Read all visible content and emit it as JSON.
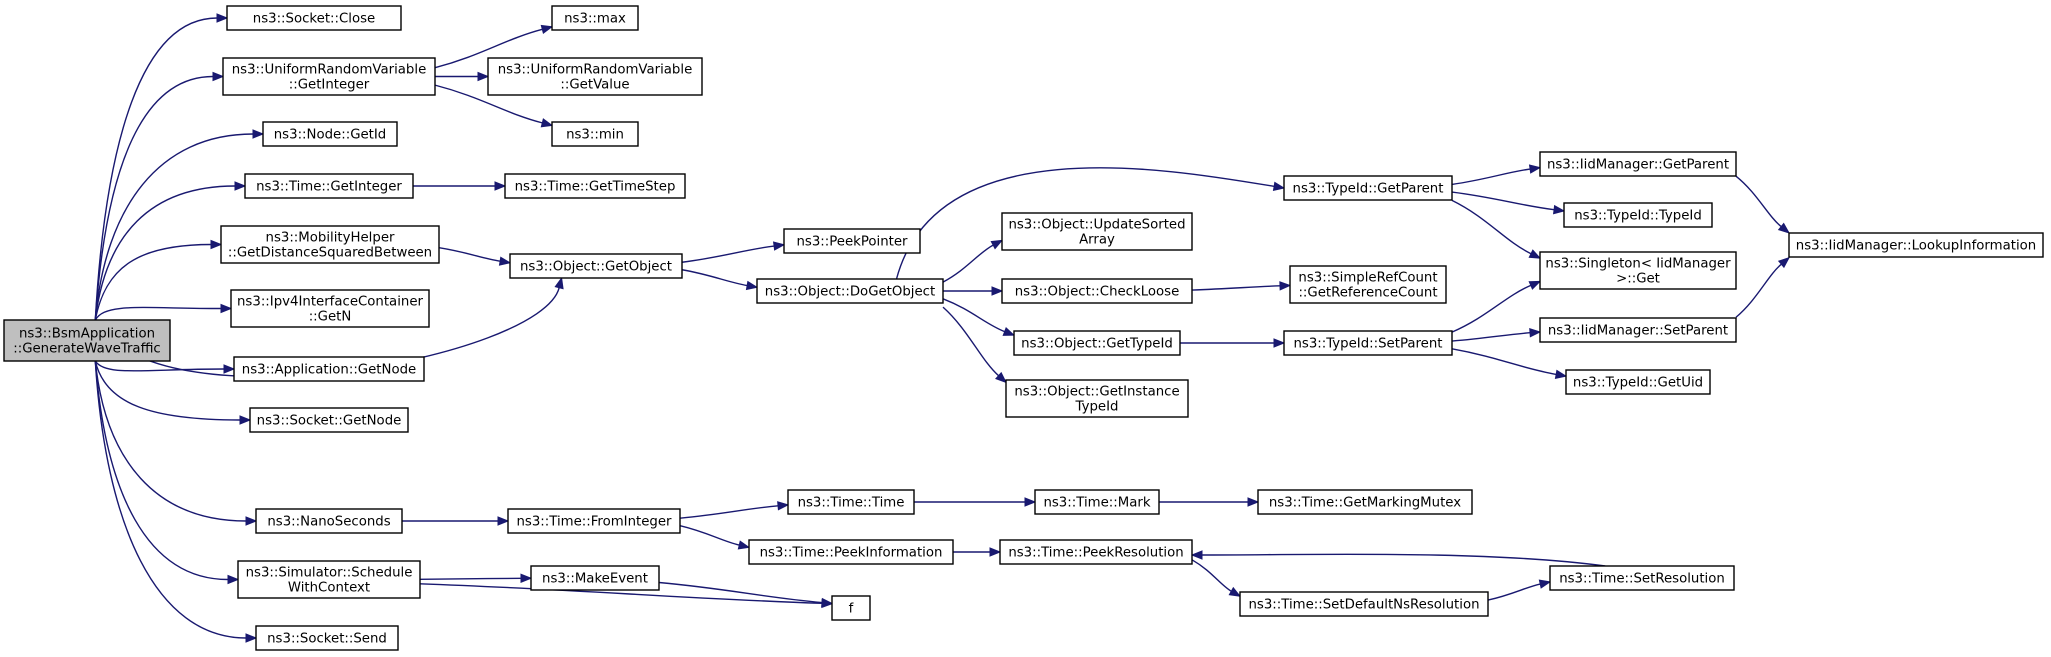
{
  "nodes": [
    {
      "id": "n_root",
      "lines": [
        "ns3::BsmApplication",
        "::GenerateWaveTraffic"
      ]
    },
    {
      "id": "n_close",
      "lines": [
        "ns3::Socket::Close"
      ]
    },
    {
      "id": "n_urv_getint",
      "lines": [
        "ns3::UniformRandomVariable",
        "::GetInteger"
      ]
    },
    {
      "id": "n_max",
      "lines": [
        "ns3::max"
      ]
    },
    {
      "id": "n_urv_getval",
      "lines": [
        "ns3::UniformRandomVariable",
        "::GetValue"
      ]
    },
    {
      "id": "n_min",
      "lines": [
        "ns3::min"
      ]
    },
    {
      "id": "n_node_getid",
      "lines": [
        "ns3::Node::GetId"
      ]
    },
    {
      "id": "n_time_getint",
      "lines": [
        "ns3::Time::GetInteger"
      ]
    },
    {
      "id": "n_time_gettimestep",
      "lines": [
        "ns3::Time::GetTimeStep"
      ]
    },
    {
      "id": "n_mob",
      "lines": [
        "ns3::MobilityHelper",
        "::GetDistanceSquaredBetween"
      ]
    },
    {
      "id": "n_ipv4",
      "lines": [
        "ns3::Ipv4InterfaceContainer",
        "::GetN"
      ]
    },
    {
      "id": "n_app_getnode",
      "lines": [
        "ns3::Application::GetNode"
      ]
    },
    {
      "id": "n_sock_getnode",
      "lines": [
        "ns3::Socket::GetNode"
      ]
    },
    {
      "id": "n_nanosec",
      "lines": [
        "ns3::NanoSeconds"
      ]
    },
    {
      "id": "n_sched",
      "lines": [
        "ns3::Simulator::Schedule",
        "WithContext"
      ]
    },
    {
      "id": "n_send",
      "lines": [
        "ns3::Socket::Send"
      ]
    },
    {
      "id": "n_getobject",
      "lines": [
        "ns3::Object::GetObject"
      ]
    },
    {
      "id": "n_peekptr",
      "lines": [
        "ns3::PeekPointer"
      ]
    },
    {
      "id": "n_dogetobject",
      "lines": [
        "ns3::Object::DoGetObject"
      ]
    },
    {
      "id": "n_updsorted",
      "lines": [
        "ns3::Object::UpdateSorted",
        "Array"
      ]
    },
    {
      "id": "n_checkloose",
      "lines": [
        "ns3::Object::CheckLoose"
      ]
    },
    {
      "id": "n_obj_gettypeid",
      "lines": [
        "ns3::Object::GetTypeId"
      ]
    },
    {
      "id": "n_getinst",
      "lines": [
        "ns3::Object::GetInstance",
        "TypeId"
      ]
    },
    {
      "id": "n_refcount",
      "lines": [
        "ns3::SimpleRefCount",
        "::GetReferenceCount"
      ]
    },
    {
      "id": "n_tid_getparent",
      "lines": [
        "ns3::TypeId::GetParent"
      ]
    },
    {
      "id": "n_tid_setparent",
      "lines": [
        "ns3::TypeId::SetParent"
      ]
    },
    {
      "id": "n_iid_getparent",
      "lines": [
        "ns3::IidManager::GetParent"
      ]
    },
    {
      "id": "n_tid_typeid",
      "lines": [
        "ns3::TypeId::TypeId"
      ]
    },
    {
      "id": "n_singleton",
      "lines": [
        "ns3::Singleton< IidManager",
        ">::Get"
      ]
    },
    {
      "id": "n_iid_setparent",
      "lines": [
        "ns3::IidManager::SetParent"
      ]
    },
    {
      "id": "n_tid_getuid",
      "lines": [
        "ns3::TypeId::GetUid"
      ]
    },
    {
      "id": "n_lookup",
      "lines": [
        "ns3::IidManager::LookupInformation"
      ]
    },
    {
      "id": "n_fromint",
      "lines": [
        "ns3::Time::FromInteger"
      ]
    },
    {
      "id": "n_time_time",
      "lines": [
        "ns3::Time::Time"
      ]
    },
    {
      "id": "n_peekinfo",
      "lines": [
        "ns3::Time::PeekInformation"
      ]
    },
    {
      "id": "n_mark",
      "lines": [
        "ns3::Time::Mark"
      ]
    },
    {
      "id": "n_mutex",
      "lines": [
        "ns3::Time::GetMarkingMutex"
      ]
    },
    {
      "id": "n_peekres",
      "lines": [
        "ns3::Time::PeekResolution"
      ]
    },
    {
      "id": "n_setdefns",
      "lines": [
        "ns3::Time::SetDefaultNsResolution"
      ]
    },
    {
      "id": "n_setres",
      "lines": [
        "ns3::Time::SetResolution"
      ]
    },
    {
      "id": "n_makeevent",
      "lines": [
        "ns3::MakeEvent"
      ]
    },
    {
      "id": "n_f",
      "lines": [
        "f"
      ]
    }
  ],
  "edges": [
    [
      "n_root",
      "n_close"
    ],
    [
      "n_root",
      "n_urv_getint"
    ],
    [
      "n_root",
      "n_node_getid"
    ],
    [
      "n_root",
      "n_time_getint"
    ],
    [
      "n_root",
      "n_mob"
    ],
    [
      "n_root",
      "n_ipv4"
    ],
    [
      "n_root",
      "n_app_getnode"
    ],
    [
      "n_root",
      "n_sock_getnode"
    ],
    [
      "n_root",
      "n_getobject"
    ],
    [
      "n_root",
      "n_nanosec"
    ],
    [
      "n_root",
      "n_sched"
    ],
    [
      "n_root",
      "n_send"
    ],
    [
      "n_urv_getint",
      "n_max"
    ],
    [
      "n_urv_getint",
      "n_urv_getval"
    ],
    [
      "n_urv_getint",
      "n_min"
    ],
    [
      "n_time_getint",
      "n_time_gettimestep"
    ],
    [
      "n_mob",
      "n_getobject"
    ],
    [
      "n_getobject",
      "n_peekptr"
    ],
    [
      "n_getobject",
      "n_dogetobject"
    ],
    [
      "n_dogetobject",
      "n_tid_getparent"
    ],
    [
      "n_dogetobject",
      "n_updsorted"
    ],
    [
      "n_dogetobject",
      "n_checkloose"
    ],
    [
      "n_dogetobject",
      "n_obj_gettypeid"
    ],
    [
      "n_dogetobject",
      "n_getinst"
    ],
    [
      "n_checkloose",
      "n_refcount"
    ],
    [
      "n_obj_gettypeid",
      "n_tid_setparent"
    ],
    [
      "n_tid_getparent",
      "n_iid_getparent"
    ],
    [
      "n_tid_getparent",
      "n_tid_typeid"
    ],
    [
      "n_tid_getparent",
      "n_singleton"
    ],
    [
      "n_tid_setparent",
      "n_singleton"
    ],
    [
      "n_tid_setparent",
      "n_iid_setparent"
    ],
    [
      "n_tid_setparent",
      "n_tid_getuid"
    ],
    [
      "n_iid_getparent",
      "n_lookup"
    ],
    [
      "n_iid_setparent",
      "n_lookup"
    ],
    [
      "n_nanosec",
      "n_fromint"
    ],
    [
      "n_fromint",
      "n_time_time"
    ],
    [
      "n_fromint",
      "n_peekinfo"
    ],
    [
      "n_time_time",
      "n_mark"
    ],
    [
      "n_mark",
      "n_mutex"
    ],
    [
      "n_peekinfo",
      "n_peekres"
    ],
    [
      "n_peekres",
      "n_setdefns"
    ],
    [
      "n_setdefns",
      "n_setres"
    ],
    [
      "n_setres",
      "n_peekres"
    ],
    [
      "n_sched",
      "n_makeevent"
    ],
    [
      "n_sched",
      "n_f"
    ],
    [
      "n_makeevent",
      "n_f"
    ]
  ]
}
